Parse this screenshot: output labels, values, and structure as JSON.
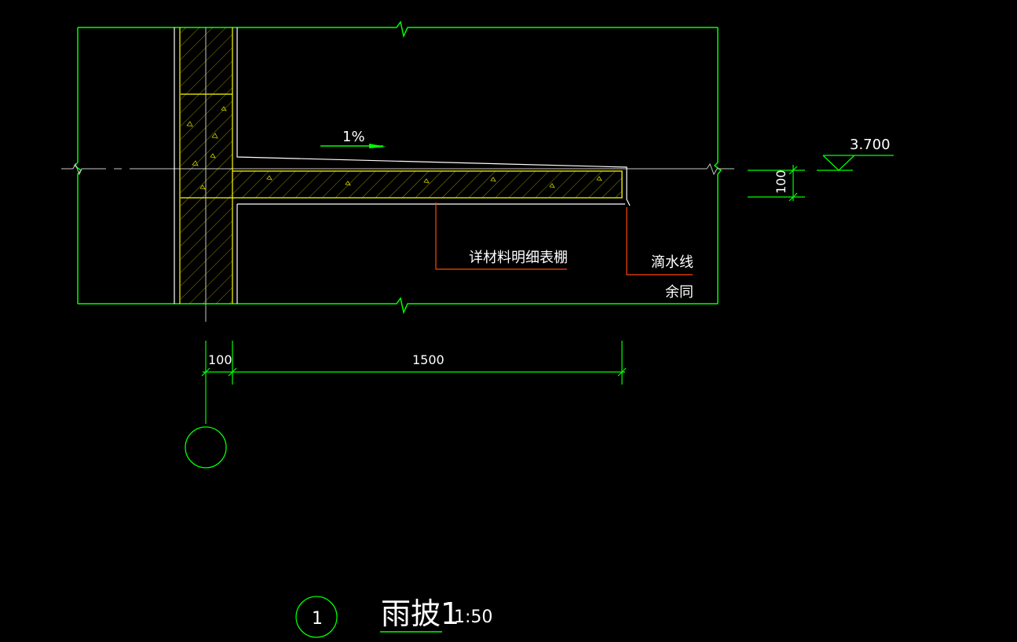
{
  "colors": {
    "background": "#000000",
    "outline": "#00ff00",
    "concrete": "#ffff00",
    "surface": "#ffffff",
    "leader": "#ff4500",
    "text": "#ffffff",
    "centerline": "#c8c8c8"
  },
  "annotations": {
    "slope": "1%",
    "elevation": "3.700",
    "thickness_dim": "100",
    "wall_dim": "100",
    "span_dim": "1500",
    "material_note": "详材料明细表棚",
    "drip_note": "滴水线",
    "same_note": "余同"
  },
  "title": {
    "number": "1",
    "name": "雨披1",
    "scale": "1:50"
  }
}
